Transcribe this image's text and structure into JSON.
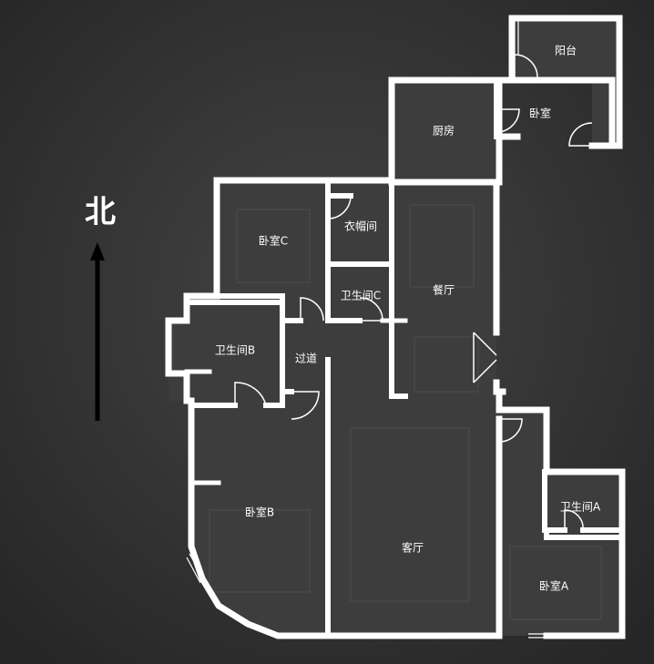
{
  "compass": {
    "label": "北"
  },
  "rooms": {
    "balcony": "阳台",
    "bedroom_north": "卧室",
    "kitchen": "厨房",
    "closet": "衣帽间",
    "bedroom_c": "卧室C",
    "bath_c": "卫生间C",
    "dining": "餐厅",
    "bath_b": "卫生间B",
    "corridor": "过道",
    "bedroom_b": "卧室B",
    "living": "客厅",
    "bath_a": "卫生间A",
    "bedroom_a": "卧室A"
  },
  "colors": {
    "background": "#2f2f2f",
    "wall": "#ffffff",
    "floor": "#3e3e3e",
    "compass": "#000000"
  }
}
